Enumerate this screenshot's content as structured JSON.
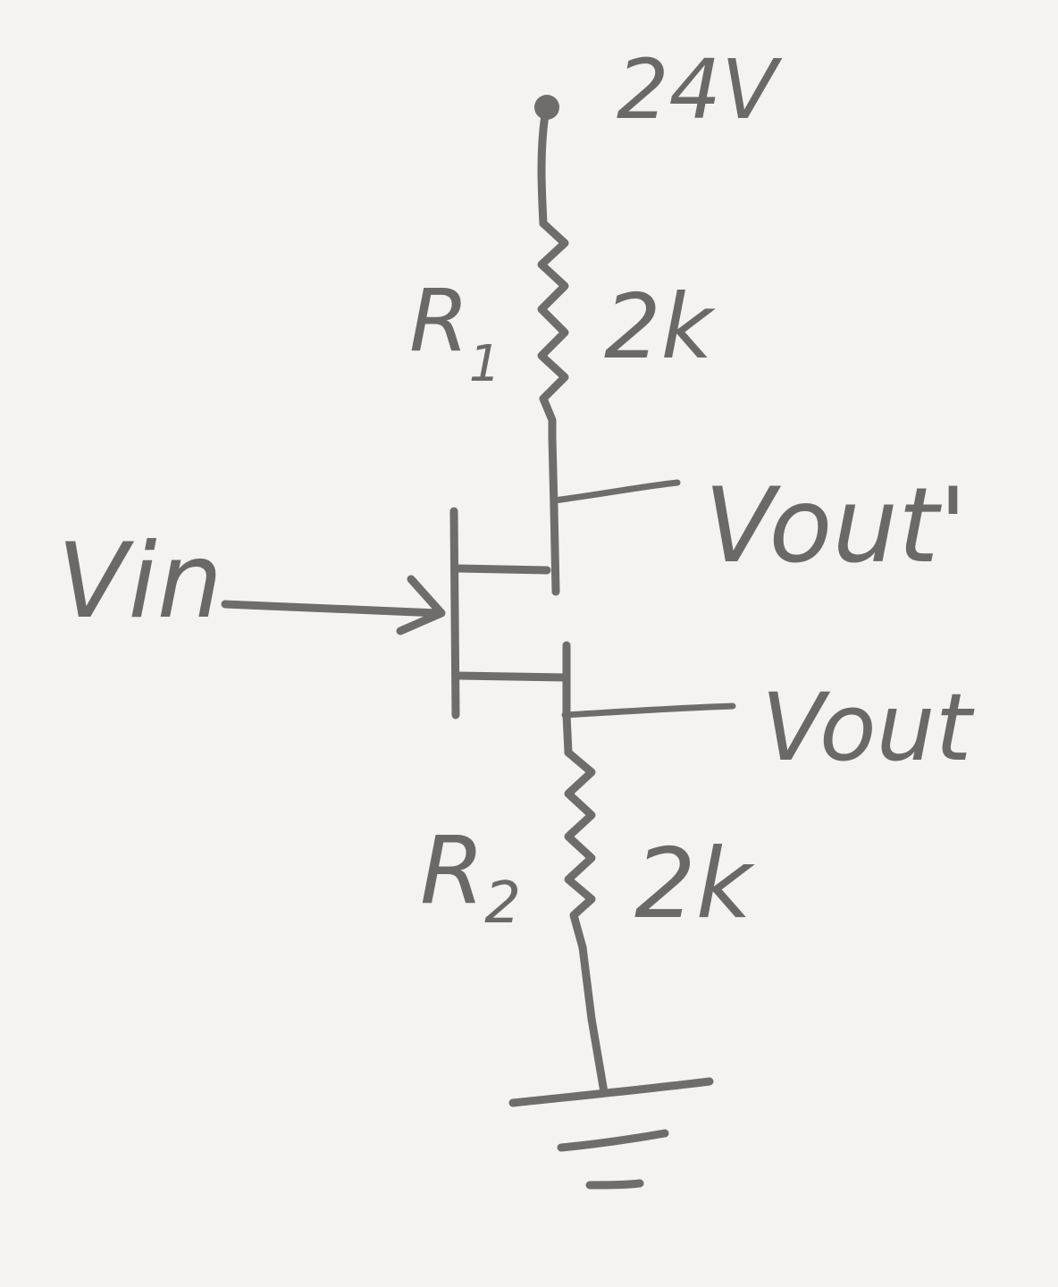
{
  "diagram": {
    "supply_voltage": "24V",
    "r1": {
      "name": "R",
      "subscript": "1",
      "value": "2k"
    },
    "r2": {
      "name": "R",
      "subscript": "2",
      "value": "2k"
    },
    "input_label": "Vin",
    "drain_output_label": "Vout'",
    "source_output_label": "Vout",
    "colors": {
      "ink": "#6f6d6a",
      "paper": "#f4f3ef"
    }
  }
}
